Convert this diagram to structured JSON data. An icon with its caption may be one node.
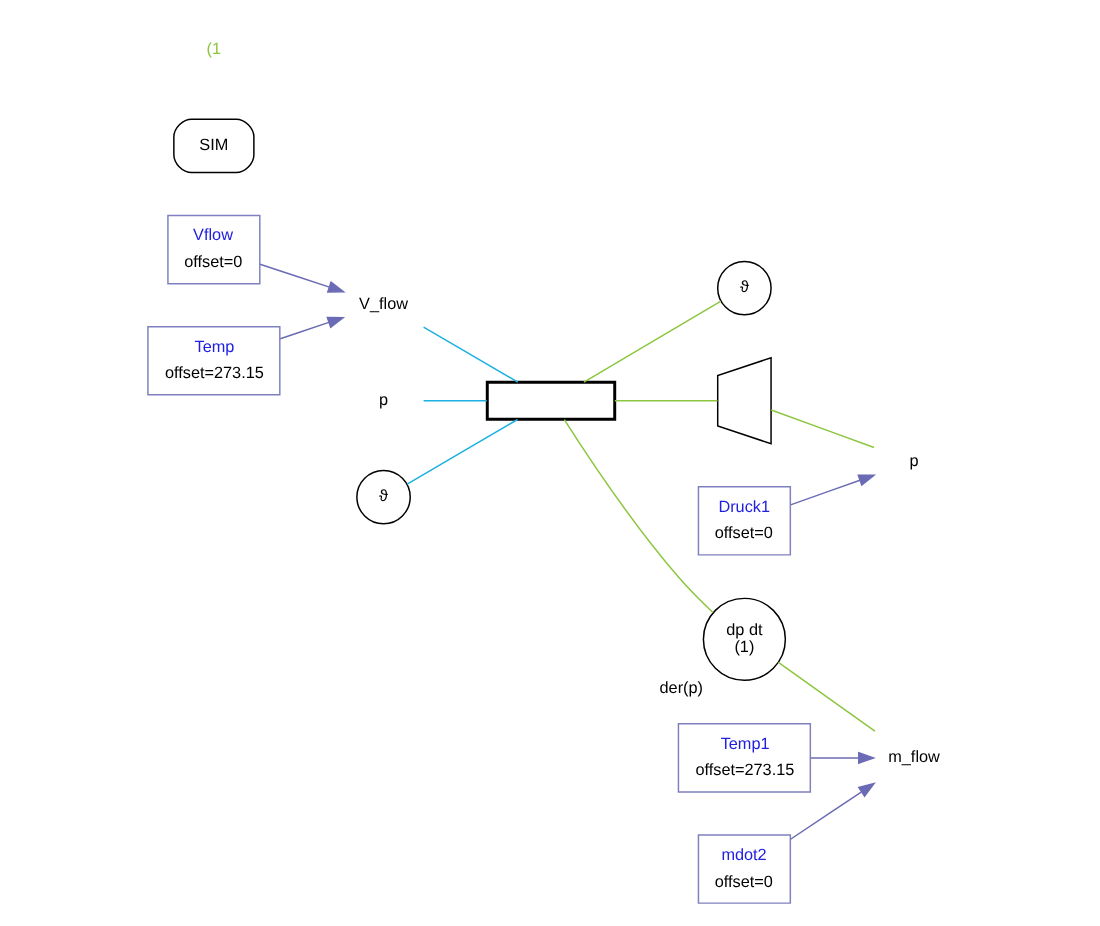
{
  "diagram": {
    "nodes": [
      {
        "text": [
          "Vflow",
          "offset=0"
        ]
      },
      {
        "text": [
          "Temp",
          "offset=273.15"
        ]
      },
      {
        "text": [
          "p"
        ]
      },
      {
        "text": [
          "ϑ"
        ]
      },
      {
        "text": [],
        "shape": "box"
      },
      {
        "text": [
          "V_flow"
        ]
      },
      {
        "text": [
          "ϑ"
        ]
      },
      {
        "text": [],
        "shape": "trapezium"
      },
      {
        "text": [
          "dp dt",
          "(1)"
        ],
        "beside": [
          "der(p)"
        ]
      },
      {
        "text": [
          "m_flow"
        ]
      },
      {
        "text": [
          "p"
        ]
      },
      {
        "text": [
          "Druck1",
          "offset=0"
        ]
      },
      {
        "text": [
          "Temp1",
          "offset=273.15"
        ]
      },
      {
        "text": [
          "mdot2",
          "offset=0"
        ]
      },
      {
        "text": [
          "SIM"
        ]
      }
    ],
    "edges": [
      {
        "from": 0,
        "to": 5,
        "arrow": "to",
        "color": "#6b6bb5"
      },
      {
        "from": 1,
        "to": 5,
        "arrow": "to",
        "color": "#6b6bb5"
      },
      {
        "from": 2,
        "to": 4,
        "arrow": "none",
        "color": "#1ab0e0"
      },
      {
        "from": 3,
        "to": 4,
        "arrow": "none",
        "color": "#1ab0e0"
      },
      {
        "from": 5,
        "to": 4,
        "arrow": "none",
        "color": "#1ab0e0"
      },
      {
        "from": 4,
        "to": 6,
        "arrow": "none",
        "color": "#8cc63f"
      },
      {
        "from": 4,
        "to": 7,
        "arrow": "none",
        "color": "#8cc63f"
      },
      {
        "from": 4,
        "to": 8,
        "arrow": "none",
        "color": "#8cc63f"
      },
      {
        "from": 8,
        "to": 9,
        "arrow": "none",
        "color": "#8cc63f"
      },
      {
        "from": 7,
        "to": 10,
        "arrow": "none",
        "color": "#8cc63f"
      },
      {
        "from": 11,
        "to": 10,
        "arrow": "to",
        "color": "#6b6bb5"
      },
      {
        "from": 12,
        "to": 9,
        "arrow": "to",
        "color": "#6b6bb5"
      },
      {
        "from": 13,
        "to": 9,
        "arrow": "to",
        "color": "#6b6bb5"
      }
    ],
    "labels": [
      "(1"
    ]
  }
}
